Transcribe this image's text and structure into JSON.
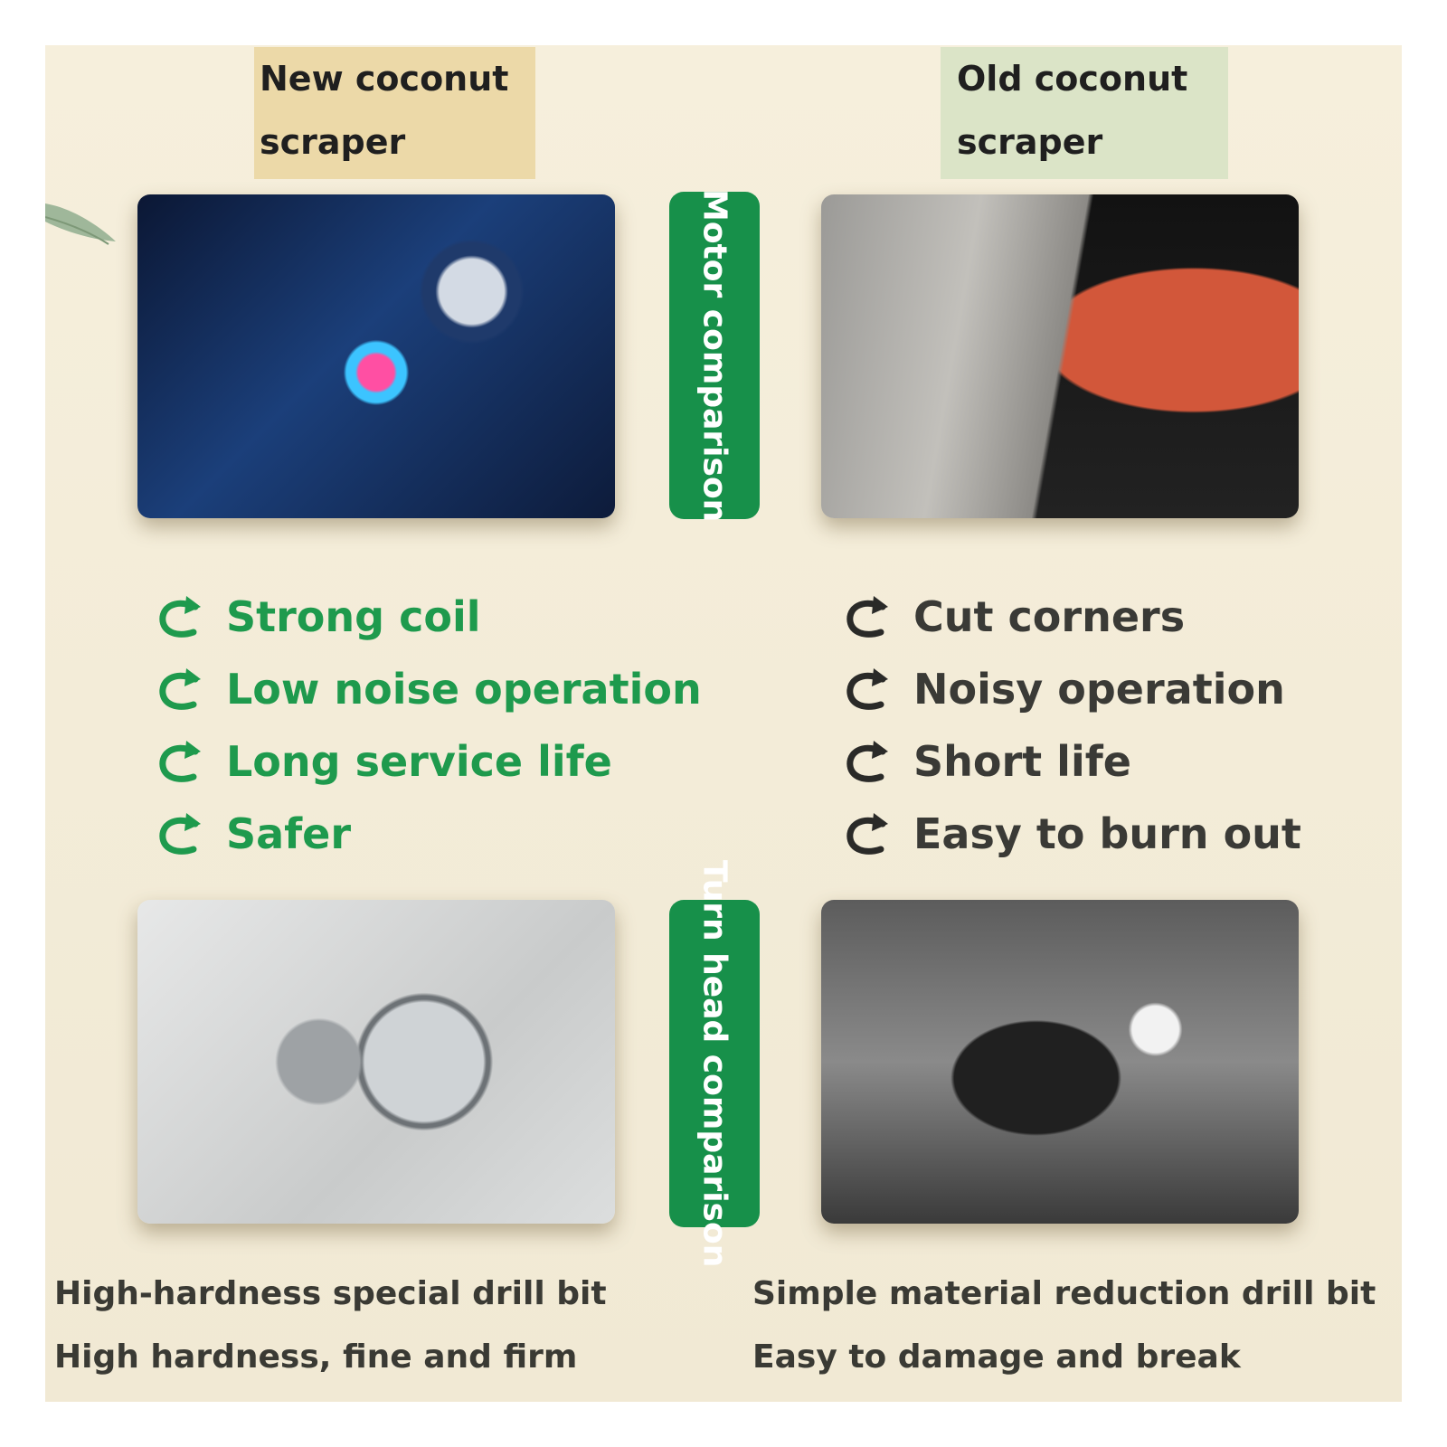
{
  "headers": {
    "new_line1": "New coconut",
    "new_line2": "scraper",
    "old_line1": "Old coconut",
    "old_line2": "scraper"
  },
  "side_labels": {
    "motor": "Motor comparison",
    "head": "Turn head comparison"
  },
  "new_features": [
    "Strong coil",
    "Low noise operation",
    "Long service life",
    "Safer"
  ],
  "old_features": [
    "Cut corners",
    "Noisy operation",
    "Short life",
    "Easy to burn out"
  ],
  "captions": {
    "new_line1": "High-hardness special drill bit",
    "new_line2": "High hardness, fine and firm",
    "old_line1": "Simple material reduction drill bit",
    "old_line2": "Easy to damage and break"
  },
  "colors": {
    "accent_green": "#1e9a4d",
    "dark_text": "#3a3a36",
    "background": "#f4edd9"
  },
  "icons": {
    "feature_bullet": "curved-arrow-icon"
  }
}
